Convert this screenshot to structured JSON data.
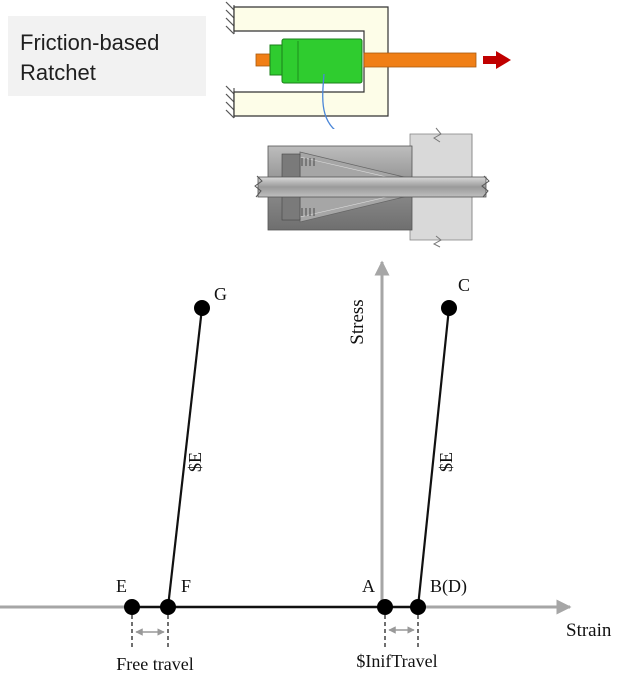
{
  "title_box": {
    "line1": "Friction-based",
    "line2": "Ratchet"
  },
  "axes": {
    "y_label": "Stress",
    "x_label": "Strain"
  },
  "points": {
    "A": "A",
    "B": "B(D)",
    "C": "C",
    "E": "E",
    "F": "F",
    "G": "G"
  },
  "slope_labels": {
    "left": "$E",
    "right": "$E"
  },
  "dimension_labels": {
    "free_travel": "Free travel",
    "init_travel": "$InifTravel"
  },
  "colors": {
    "axis": "#a6a6a6",
    "frame_fill": "#fdfde8",
    "piston_green": "#2fcc2f",
    "rod_orange": "#f07f16",
    "arrow_red": "#c00000",
    "callout_blue": "#4a86d8"
  }
}
